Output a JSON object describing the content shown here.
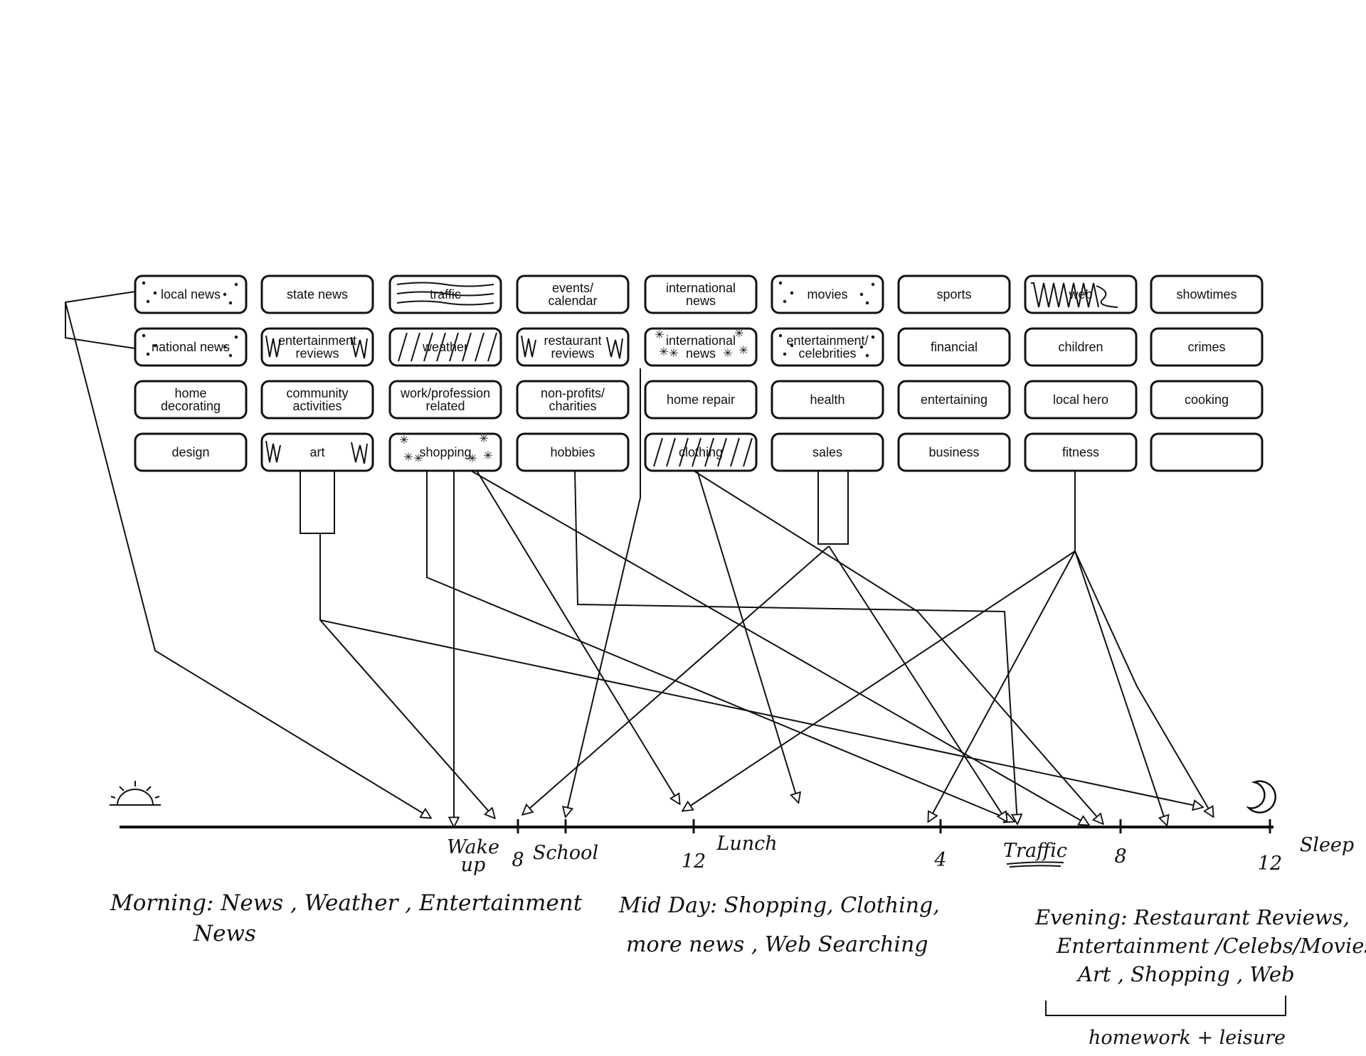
{
  "categories": [
    {
      "id": "local-news",
      "label": "local news",
      "mark": "dots"
    },
    {
      "id": "state-news",
      "label": "state news",
      "mark": "none"
    },
    {
      "id": "traffic",
      "label": "traffic",
      "mark": "waves"
    },
    {
      "id": "events-calendar",
      "label": "events/\ncalendar",
      "mark": "none"
    },
    {
      "id": "international-news-1",
      "label": "international\nnews",
      "mark": "none"
    },
    {
      "id": "movies",
      "label": "movies",
      "mark": "dots"
    },
    {
      "id": "sports",
      "label": "sports",
      "mark": "none"
    },
    {
      "id": "web",
      "label": "web",
      "mark": "scribble"
    },
    {
      "id": "showtimes",
      "label": "showtimes",
      "mark": "none"
    },
    {
      "id": "national-news",
      "label": "national news",
      "mark": "dots"
    },
    {
      "id": "entertainment-reviews",
      "label": "entertainment\nreviews",
      "mark": "zigzag"
    },
    {
      "id": "weather",
      "label": "weather",
      "mark": "hatch"
    },
    {
      "id": "restaurant-reviews",
      "label": "restaurant\nreviews",
      "mark": "zigzag"
    },
    {
      "id": "international-news-2",
      "label": "international\nnews",
      "mark": "stars"
    },
    {
      "id": "entertainment-celebrities",
      "label": "entertainment/\ncelebrities",
      "mark": "dots"
    },
    {
      "id": "financial",
      "label": "financial",
      "mark": "none"
    },
    {
      "id": "children",
      "label": "children",
      "mark": "none"
    },
    {
      "id": "crimes",
      "label": "crimes",
      "mark": "none"
    },
    {
      "id": "home-decorating",
      "label": "home\ndecorating",
      "mark": "none"
    },
    {
      "id": "community-activities",
      "label": "community\nactivities",
      "mark": "none"
    },
    {
      "id": "work-profession-related",
      "label": "work/profession\nrelated",
      "mark": "none"
    },
    {
      "id": "non-profits-charities",
      "label": "non-profits/\ncharities",
      "mark": "none"
    },
    {
      "id": "home-repair",
      "label": "home repair",
      "mark": "none"
    },
    {
      "id": "health",
      "label": "health",
      "mark": "none"
    },
    {
      "id": "entertaining",
      "label": "entertaining",
      "mark": "none"
    },
    {
      "id": "local-hero",
      "label": "local hero",
      "mark": "none"
    },
    {
      "id": "cooking",
      "label": "cooking",
      "mark": "none"
    },
    {
      "id": "design",
      "label": "design",
      "mark": "none"
    },
    {
      "id": "art",
      "label": "art",
      "mark": "zigzag"
    },
    {
      "id": "shopping",
      "label": "shopping",
      "mark": "stars"
    },
    {
      "id": "hobbies",
      "label": "hobbies",
      "mark": "none"
    },
    {
      "id": "clothing",
      "label": "clothing",
      "mark": "hatch"
    },
    {
      "id": "sales",
      "label": "sales",
      "mark": "none"
    },
    {
      "id": "business",
      "label": "business",
      "mark": "none"
    },
    {
      "id": "fitness",
      "label": "fitness",
      "mark": "none"
    },
    {
      "id": "empty",
      "label": "",
      "mark": "none"
    }
  ],
  "timeline": {
    "ticks": [
      {
        "label": "Wake\nup"
      },
      {
        "label": "8"
      },
      {
        "label": "School"
      },
      {
        "label": "12"
      },
      {
        "label": "Lunch"
      },
      {
        "label": "4"
      },
      {
        "label": "Traffic"
      },
      {
        "label": "8"
      },
      {
        "label": "12"
      },
      {
        "label": "Sleep"
      }
    ]
  },
  "notes": {
    "morning_line1": "Morning: News , Weather , Entertainment",
    "morning_line2": "News",
    "midday_line1": "Mid Day: Shopping, Clothing,",
    "midday_line2": "more news , Web Searching",
    "evening_line1": "Evening: Restaurant Reviews,",
    "evening_line2": "Entertainment /Celebs/Movies,",
    "evening_line3": "Art , Shopping , Web",
    "bracket_label": "homework + leisure"
  },
  "icons": {
    "sun": "sunrise-icon",
    "moon": "crescent-moon-icon"
  }
}
